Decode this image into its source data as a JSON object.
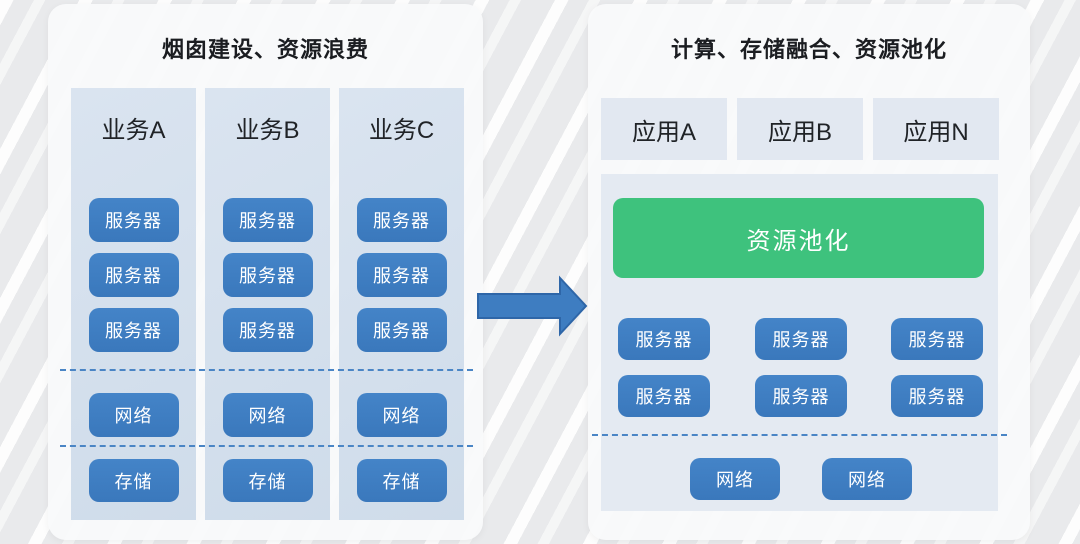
{
  "left": {
    "title": "烟囱建设、资源浪费",
    "columns": [
      {
        "title": "业务A",
        "servers": [
          "服务器",
          "服务器",
          "服务器"
        ],
        "network": "网络",
        "storage": "存储"
      },
      {
        "title": "业务B",
        "servers": [
          "服务器",
          "服务器",
          "服务器"
        ],
        "network": "网络",
        "storage": "存储"
      },
      {
        "title": "业务C",
        "servers": [
          "服务器",
          "服务器",
          "服务器"
        ],
        "network": "网络",
        "storage": "存储"
      }
    ]
  },
  "arrow": {
    "meaning": "transformation-to-pooled-architecture"
  },
  "right": {
    "title": "计算、存储融合、资源池化",
    "apps": [
      "应用A",
      "应用B",
      "应用N"
    ],
    "pool_label": "资源池化",
    "servers": [
      "服务器",
      "服务器",
      "服务器",
      "服务器",
      "服务器",
      "服务器"
    ],
    "networks": [
      "网络",
      "网络"
    ]
  },
  "colors": {
    "box_blue": "#3e7dc1",
    "pool_green": "#3ec27d",
    "column_bg": "#d3dfeb",
    "panel_bg": "#e4eaf2",
    "card_bg": "#f8f9fa",
    "page_bg": "#e9eaec",
    "dashed_line_blue": "#4a85c5",
    "title_text": "#1b1d21",
    "box_text": "#ffffff"
  }
}
